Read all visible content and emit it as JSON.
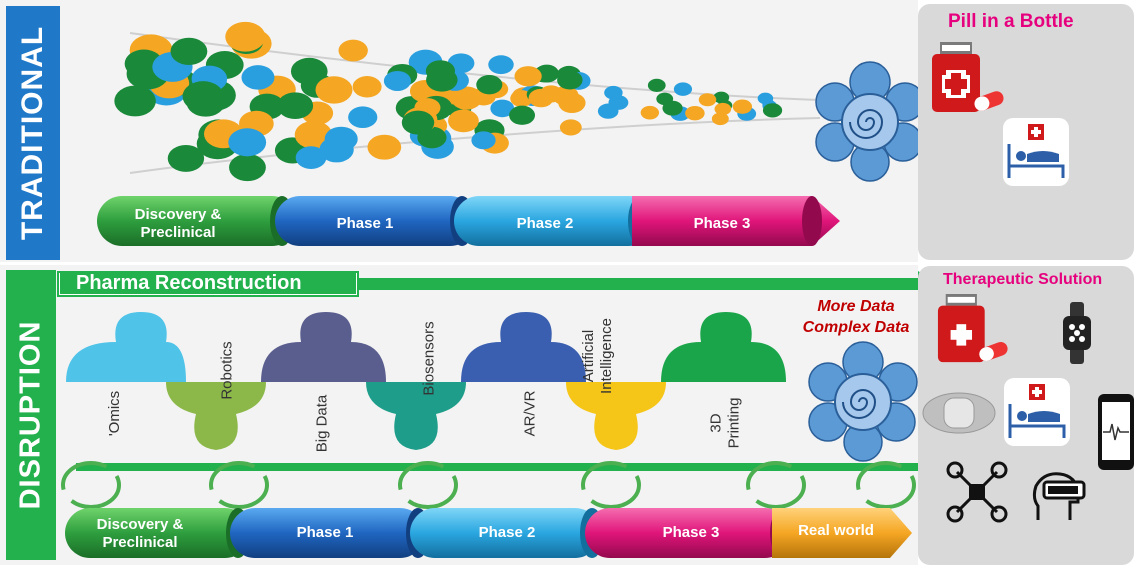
{
  "traditional": {
    "side_label": "TRADITIONAL",
    "stages": [
      "Discovery & Preclinical",
      "Phase 1",
      "Phase 2",
      "Phase 3"
    ],
    "outcome_title": "Pill in a Bottle"
  },
  "disruption": {
    "side_label": "DISRUPTION",
    "banner": "Pharma Reconstruction",
    "technologies": [
      "'Omics",
      "Robotics",
      "Big Data",
      "Biosensors",
      "AR/VR",
      "Artificial Intelligence",
      "3D Printing"
    ],
    "callout_line1": "More Data",
    "callout_line2": "Complex Data",
    "stages": [
      "Discovery & Preclinical",
      "Phase 1",
      "Phase 2",
      "Phase 3",
      "Real world"
    ],
    "outcome_title": "Therapeutic Solution"
  },
  "colors": {
    "traditional_bar": "#1f78c8",
    "disruption_bar": "#22b14c",
    "pink": "#e6007e",
    "red_text": "#c00000",
    "stage_green": "#2e9e3e",
    "stage_blue": "#1f66c1",
    "stage_cyan": "#2aa6e0",
    "stage_magenta": "#e0157a",
    "stage_orange": "#f5a623"
  },
  "icons": [
    "medicine-bottle-icon",
    "hospital-bed-icon",
    "smartwatch-icon",
    "wearable-patch-icon",
    "smartphone-ecg-icon",
    "drone-icon",
    "vr-headset-icon",
    "circular-arrows-icon"
  ]
}
